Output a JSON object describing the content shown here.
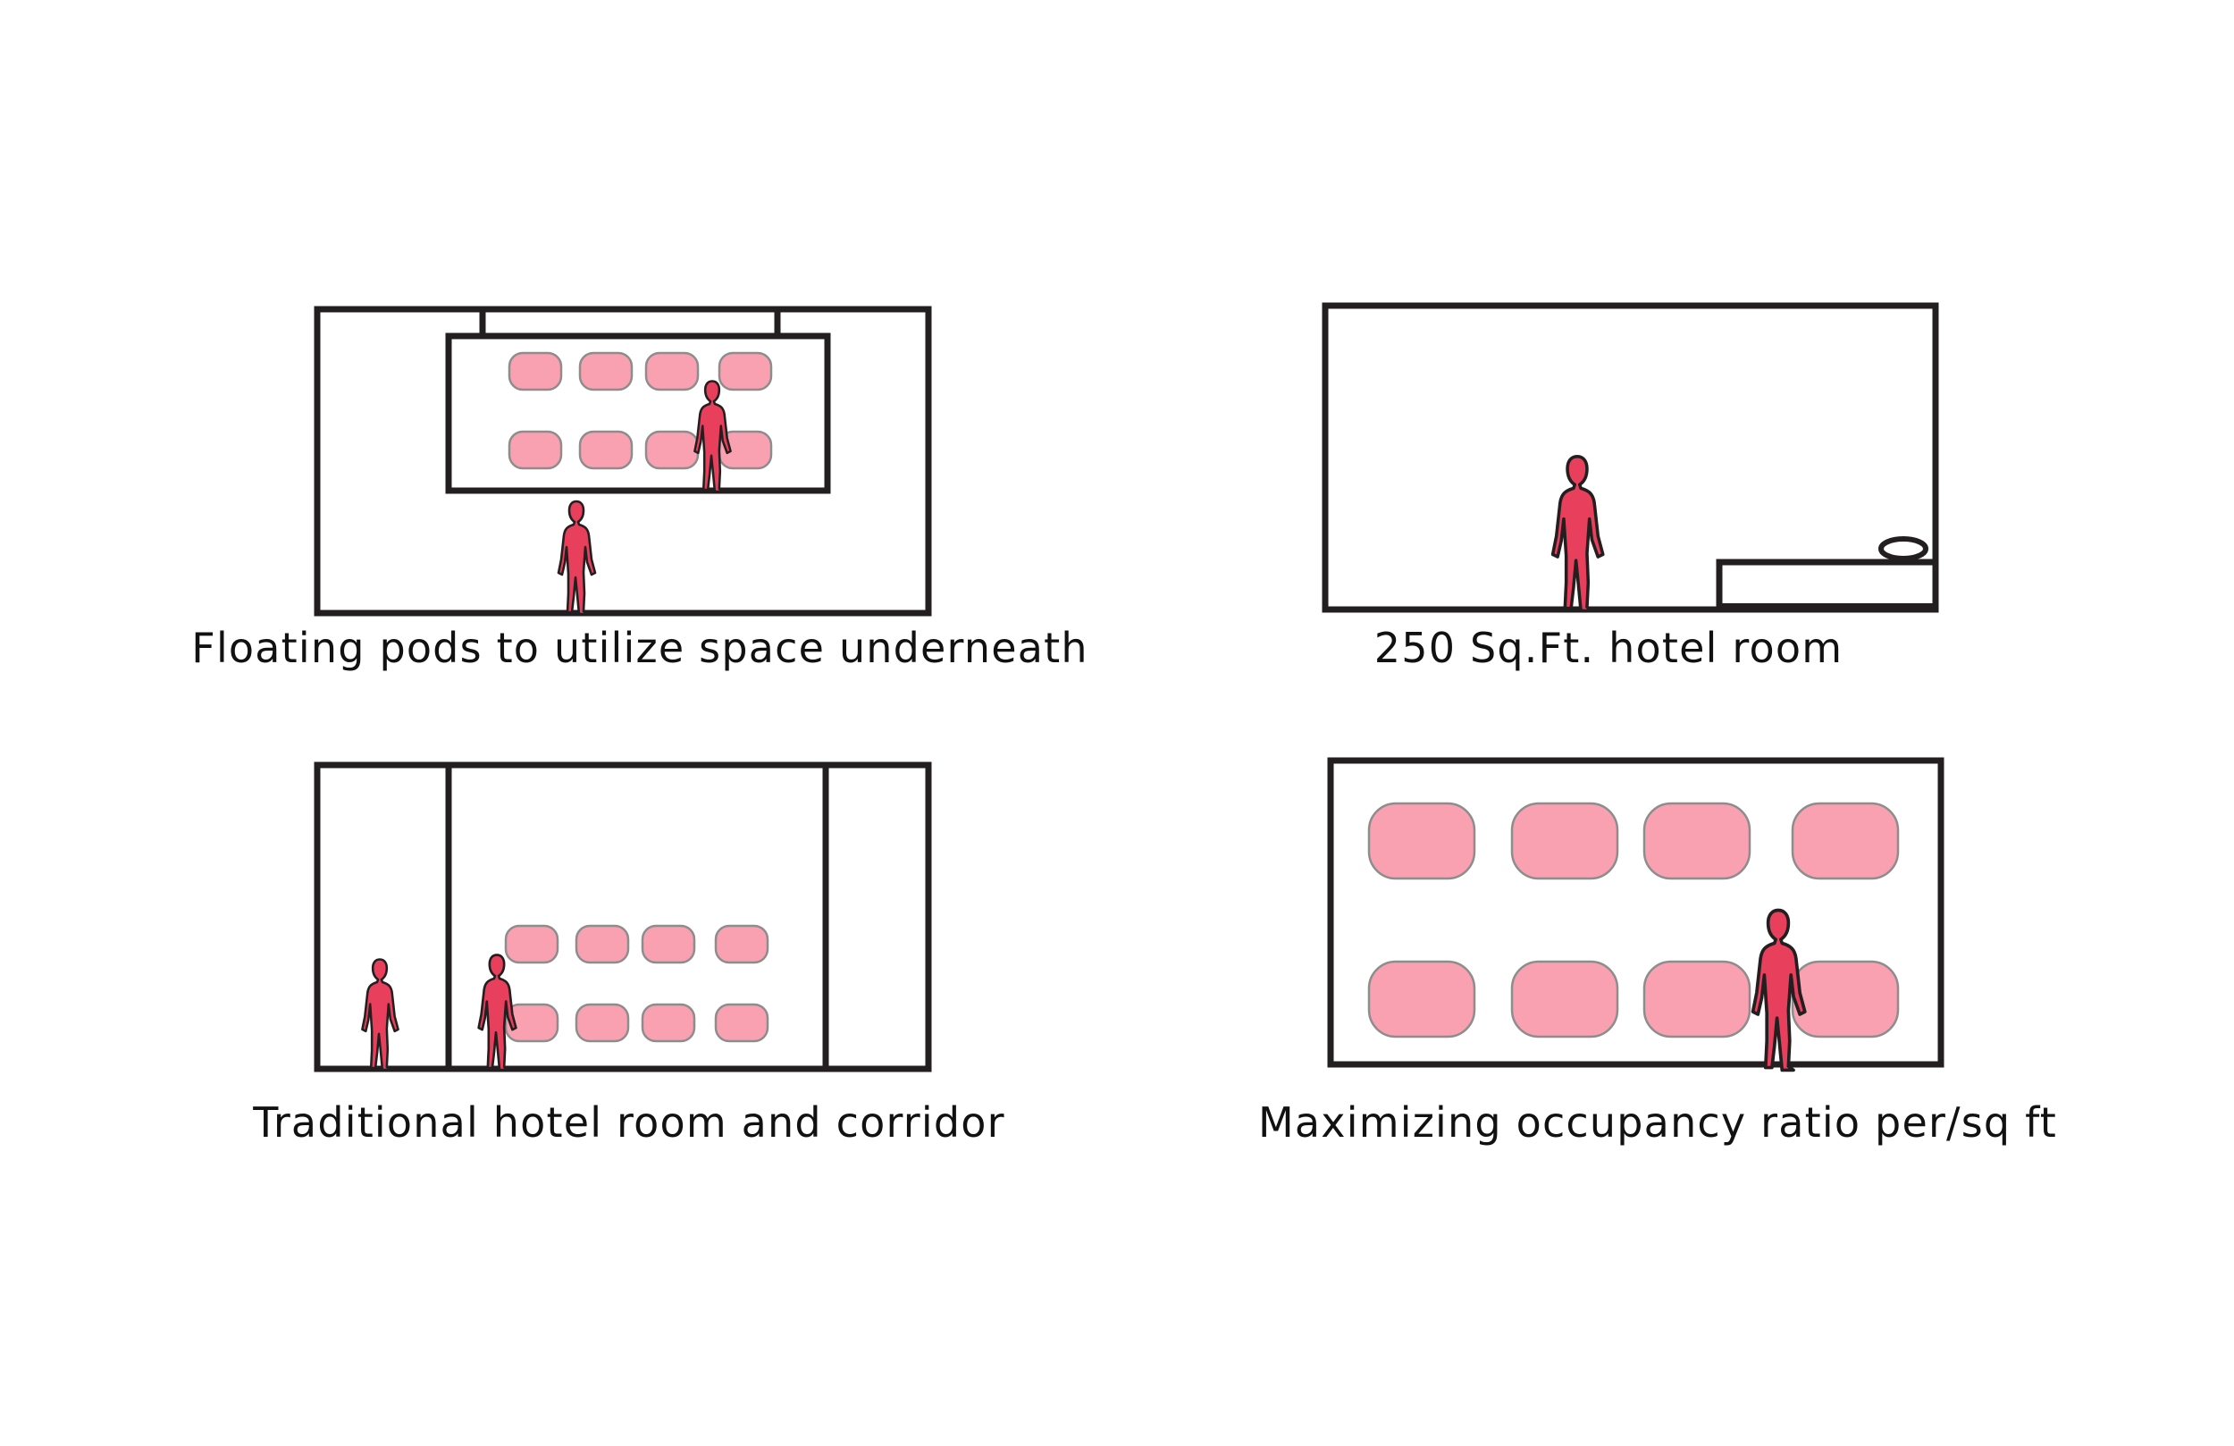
{
  "colors": {
    "pod_fill": "#f9a1b1",
    "pod_stroke": "#8d8d8d",
    "person_fill": "#e8405c",
    "line": "#231f20",
    "text": "#111111"
  },
  "panels": {
    "floating_pods": {
      "caption": "Floating pods to utilize space underneath"
    },
    "hotel_room": {
      "caption": "250 Sq.Ft. hotel room"
    },
    "traditional_room": {
      "caption": "Traditional hotel room and corridor"
    },
    "max_occupancy": {
      "caption": "Maximizing occupancy ratio per/sq ft"
    }
  }
}
